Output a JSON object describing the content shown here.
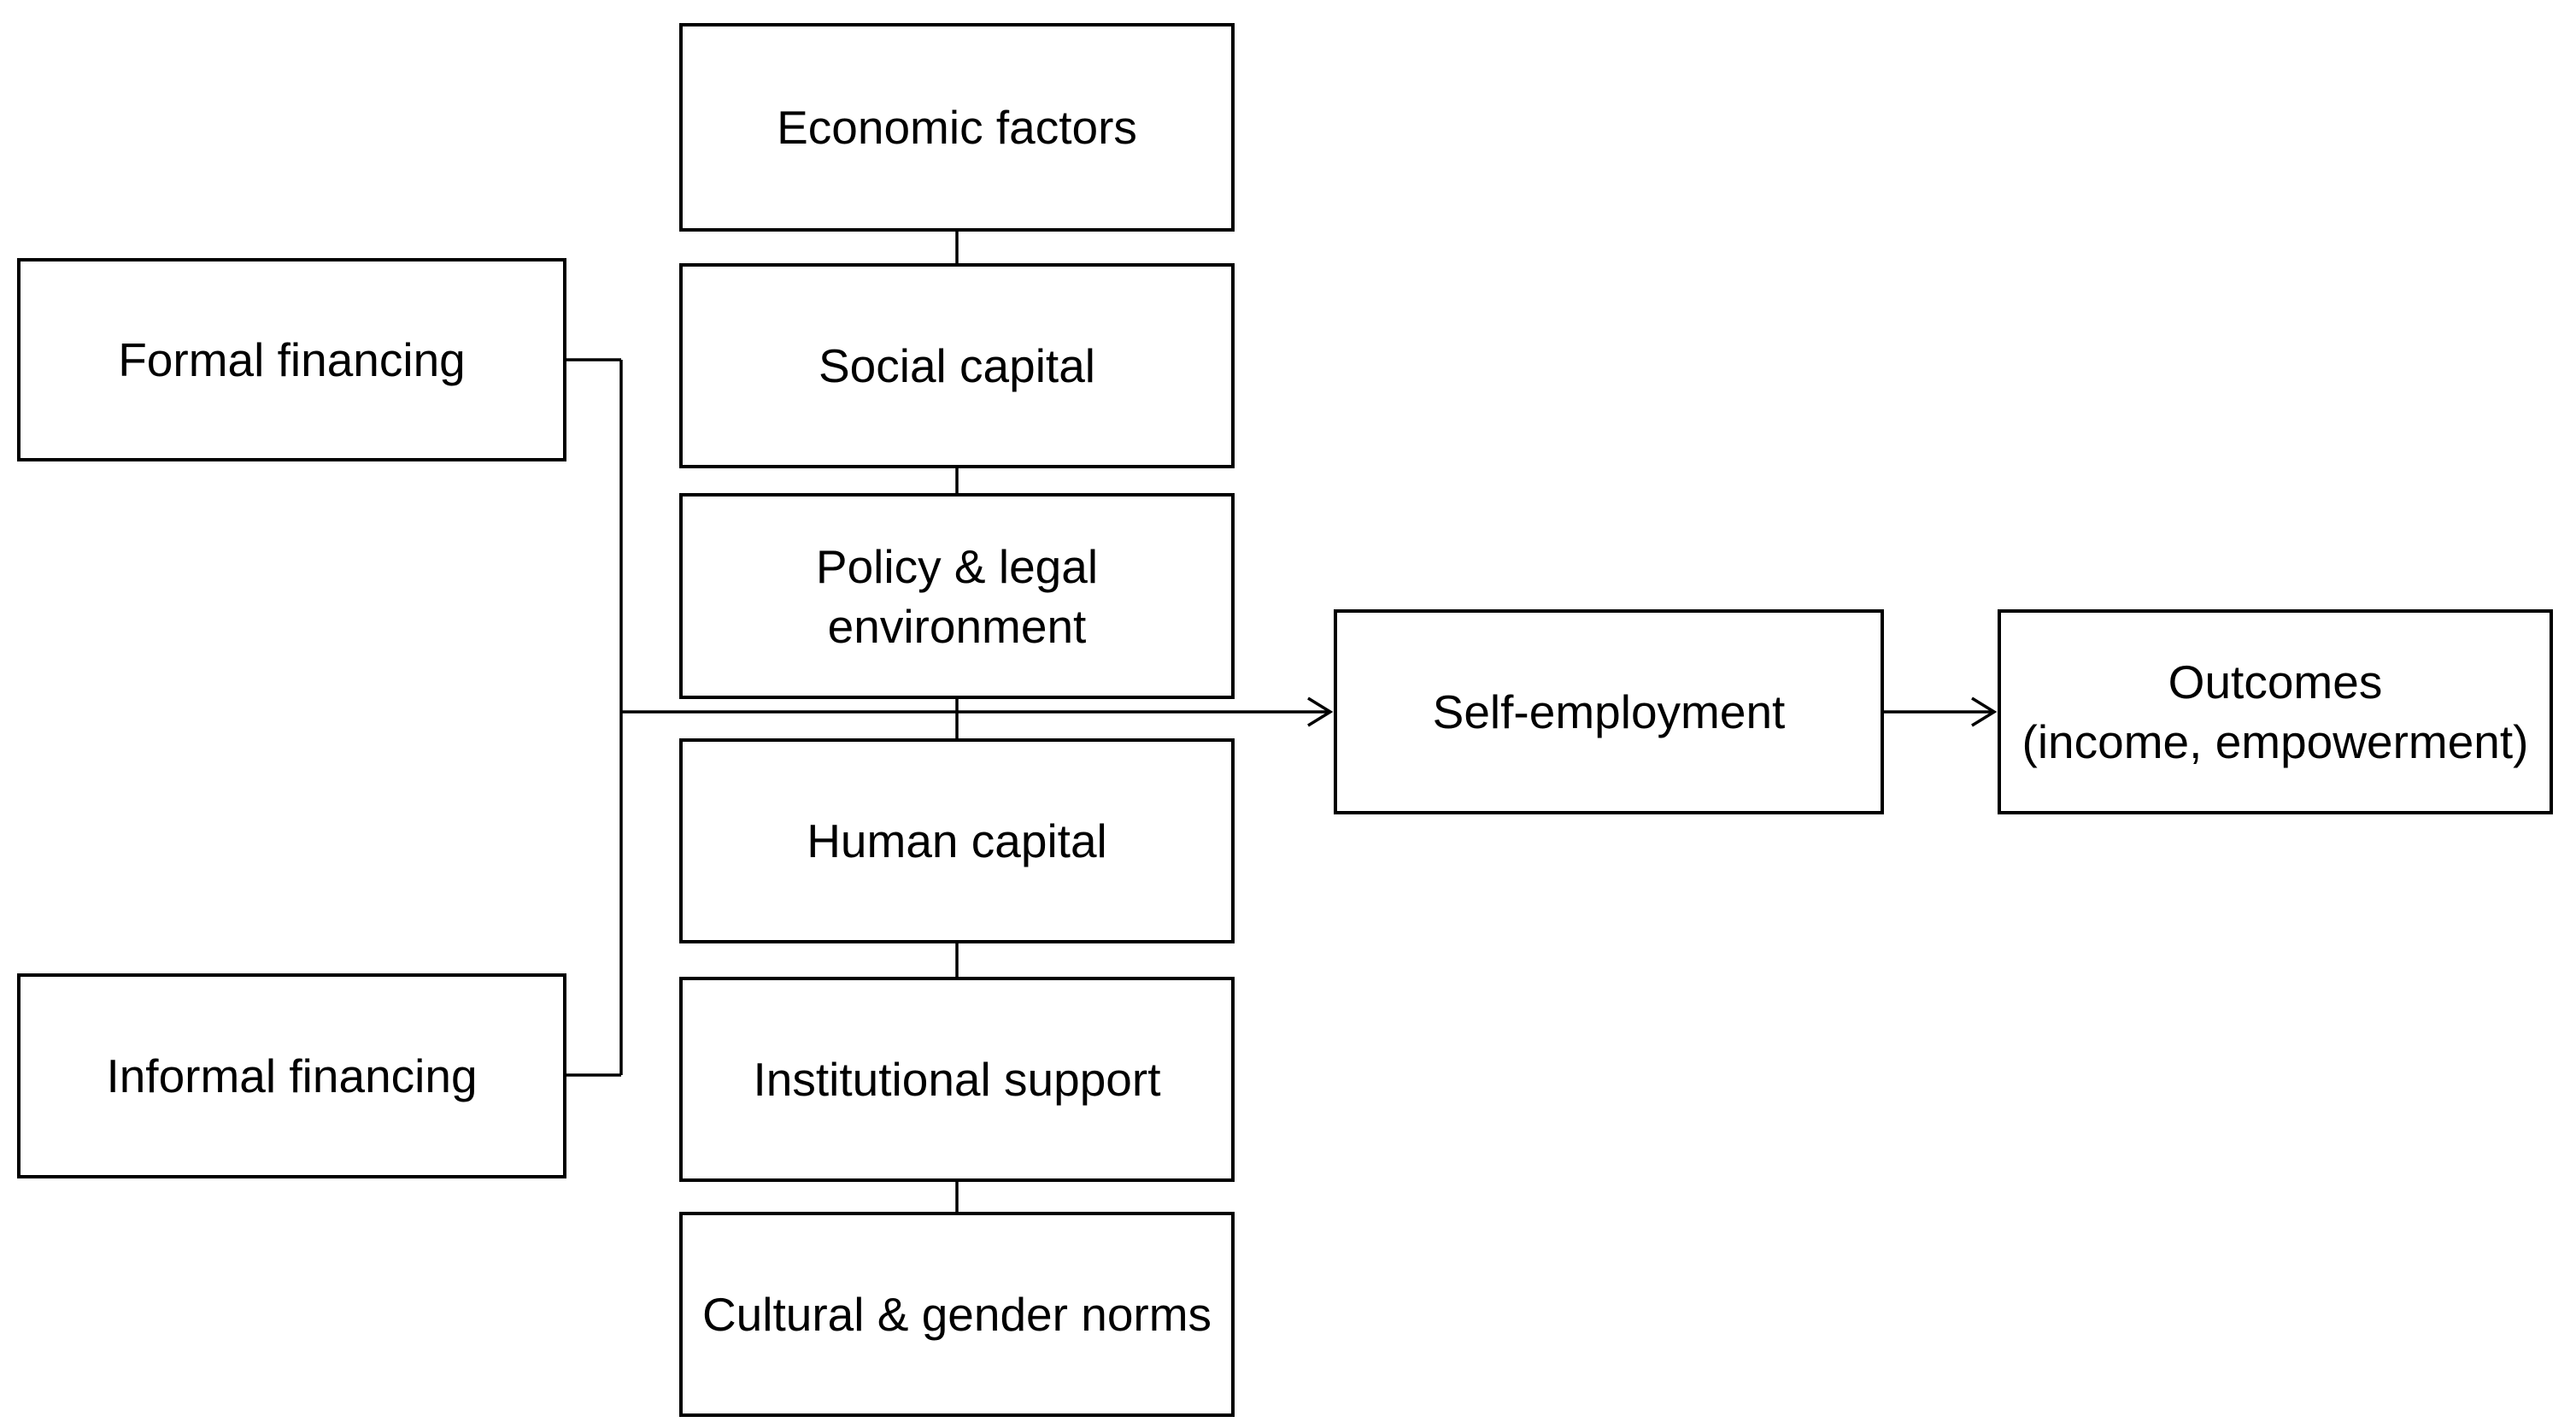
{
  "diagram": {
    "type": "flowchart",
    "colors": {
      "background": "#ffffff",
      "box_fill": "#ffffff",
      "box_border": "#000000",
      "line": "#000000",
      "text": "#000000"
    },
    "boxes": {
      "economic_factors": {
        "lines": [
          "Economic factors"
        ]
      },
      "social_capital": {
        "lines": [
          "Social capital"
        ]
      },
      "policy_legal_environment": {
        "lines": [
          "Policy & legal",
          "environment"
        ]
      },
      "human_capital": {
        "lines": [
          "Human capital"
        ]
      },
      "institutional_support": {
        "lines": [
          "Institutional support"
        ]
      },
      "cultural_gender_norms": {
        "lines": [
          "Cultural & gender norms"
        ]
      },
      "formal_financing": {
        "lines": [
          "Formal financing"
        ]
      },
      "informal_financing": {
        "lines": [
          "Informal financing"
        ]
      },
      "self_employment": {
        "lines": [
          "Self-employment"
        ]
      },
      "outcomes": {
        "lines": [
          "Outcomes",
          "(income, empowerment)"
        ]
      }
    },
    "edges": [
      {
        "from": "economic_factors",
        "to": "social_capital",
        "arrow": false
      },
      {
        "from": "social_capital",
        "to": "policy_legal_environment",
        "arrow": false
      },
      {
        "from": "policy_legal_environment",
        "to": "human_capital",
        "arrow": false
      },
      {
        "from": "human_capital",
        "to": "institutional_support",
        "arrow": false
      },
      {
        "from": "institutional_support",
        "to": "cultural_gender_norms",
        "arrow": false
      },
      {
        "from": "formal_financing",
        "to": "self_employment",
        "arrow": true
      },
      {
        "from": "informal_financing",
        "to": "self_employment",
        "arrow": true
      },
      {
        "from": "self_employment",
        "to": "outcomes",
        "arrow": true
      }
    ]
  }
}
